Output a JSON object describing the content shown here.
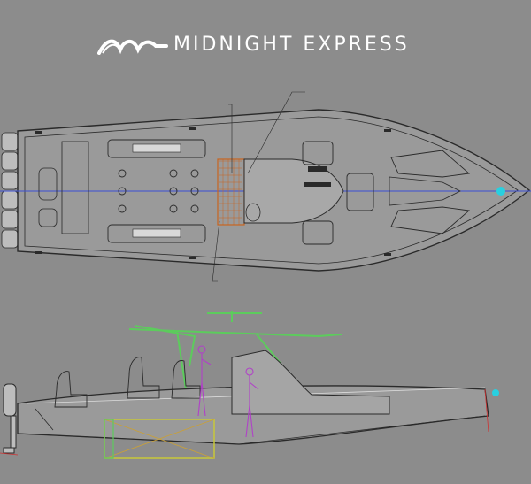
{
  "brand": {
    "name": "MIDNIGHT EXPRESS",
    "logo_icon": "wave-m-logo-icon"
  },
  "colors": {
    "background": "#8c8c8c",
    "hull_line": "#2a2a2a",
    "centerline": "#3b4fd6",
    "seat_highlight": "#c8641e",
    "figure": "#b040c8",
    "hardtop_frame": "#5ccc5c",
    "tank": "#c8c83a",
    "bow_light": "#28d0e0"
  },
  "callouts": [],
  "views": [
    "top-plan-view",
    "side-profile-view"
  ]
}
